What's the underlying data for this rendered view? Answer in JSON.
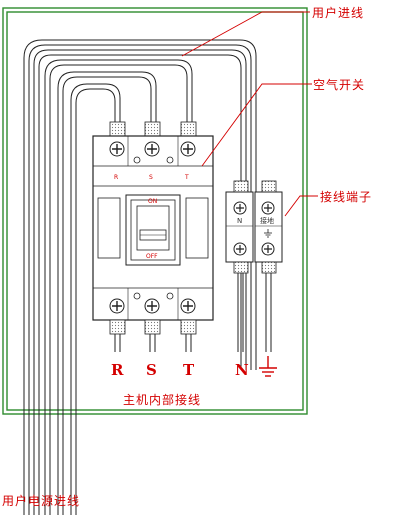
{
  "labels": {
    "user_incoming_line": "用户进线",
    "air_switch": "空气开关",
    "terminal_block": "接线端子",
    "internal_wiring": "主机内部接线",
    "user_power_incoming": "用户电源进线"
  },
  "breaker": {
    "top_phases": [
      "R",
      "S",
      "T"
    ],
    "on_text": "ON",
    "off_text": "OFF"
  },
  "terminals": {
    "n_label": "N",
    "ground_label": "接地"
  },
  "outputs": {
    "phases": [
      "R",
      "S",
      "T"
    ],
    "neutral": "N"
  },
  "colors": {
    "frame": "#2e8b2e",
    "label": "#d40000",
    "line": "#222222"
  }
}
